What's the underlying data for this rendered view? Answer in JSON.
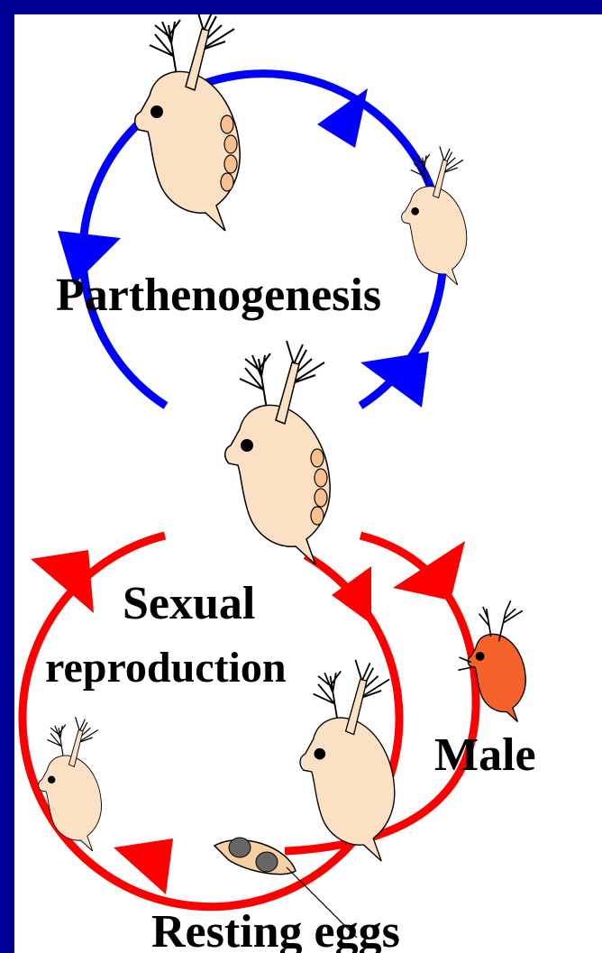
{
  "labels": {
    "parthenogenesis": "Parthenogenesis",
    "sexual": "Sexual",
    "reproduction": "reproduction",
    "male": "Male",
    "resting_eggs": "Resting eggs"
  },
  "colors": {
    "frame": "#000099",
    "background": "#ffffff",
    "asexual_cycle": "#0000ff",
    "sexual_cycle": "#ff0000",
    "female_body": "#fbe0c4",
    "egg": "#f9c08e",
    "male_body": "#f5622a",
    "resting_egg_case": "#f7cfa2",
    "resting_egg": "#666666"
  },
  "icons": [
    "daphnia-female-icon",
    "daphnia-juvenile-icon",
    "daphnia-male-icon",
    "resting-egg-icon"
  ]
}
